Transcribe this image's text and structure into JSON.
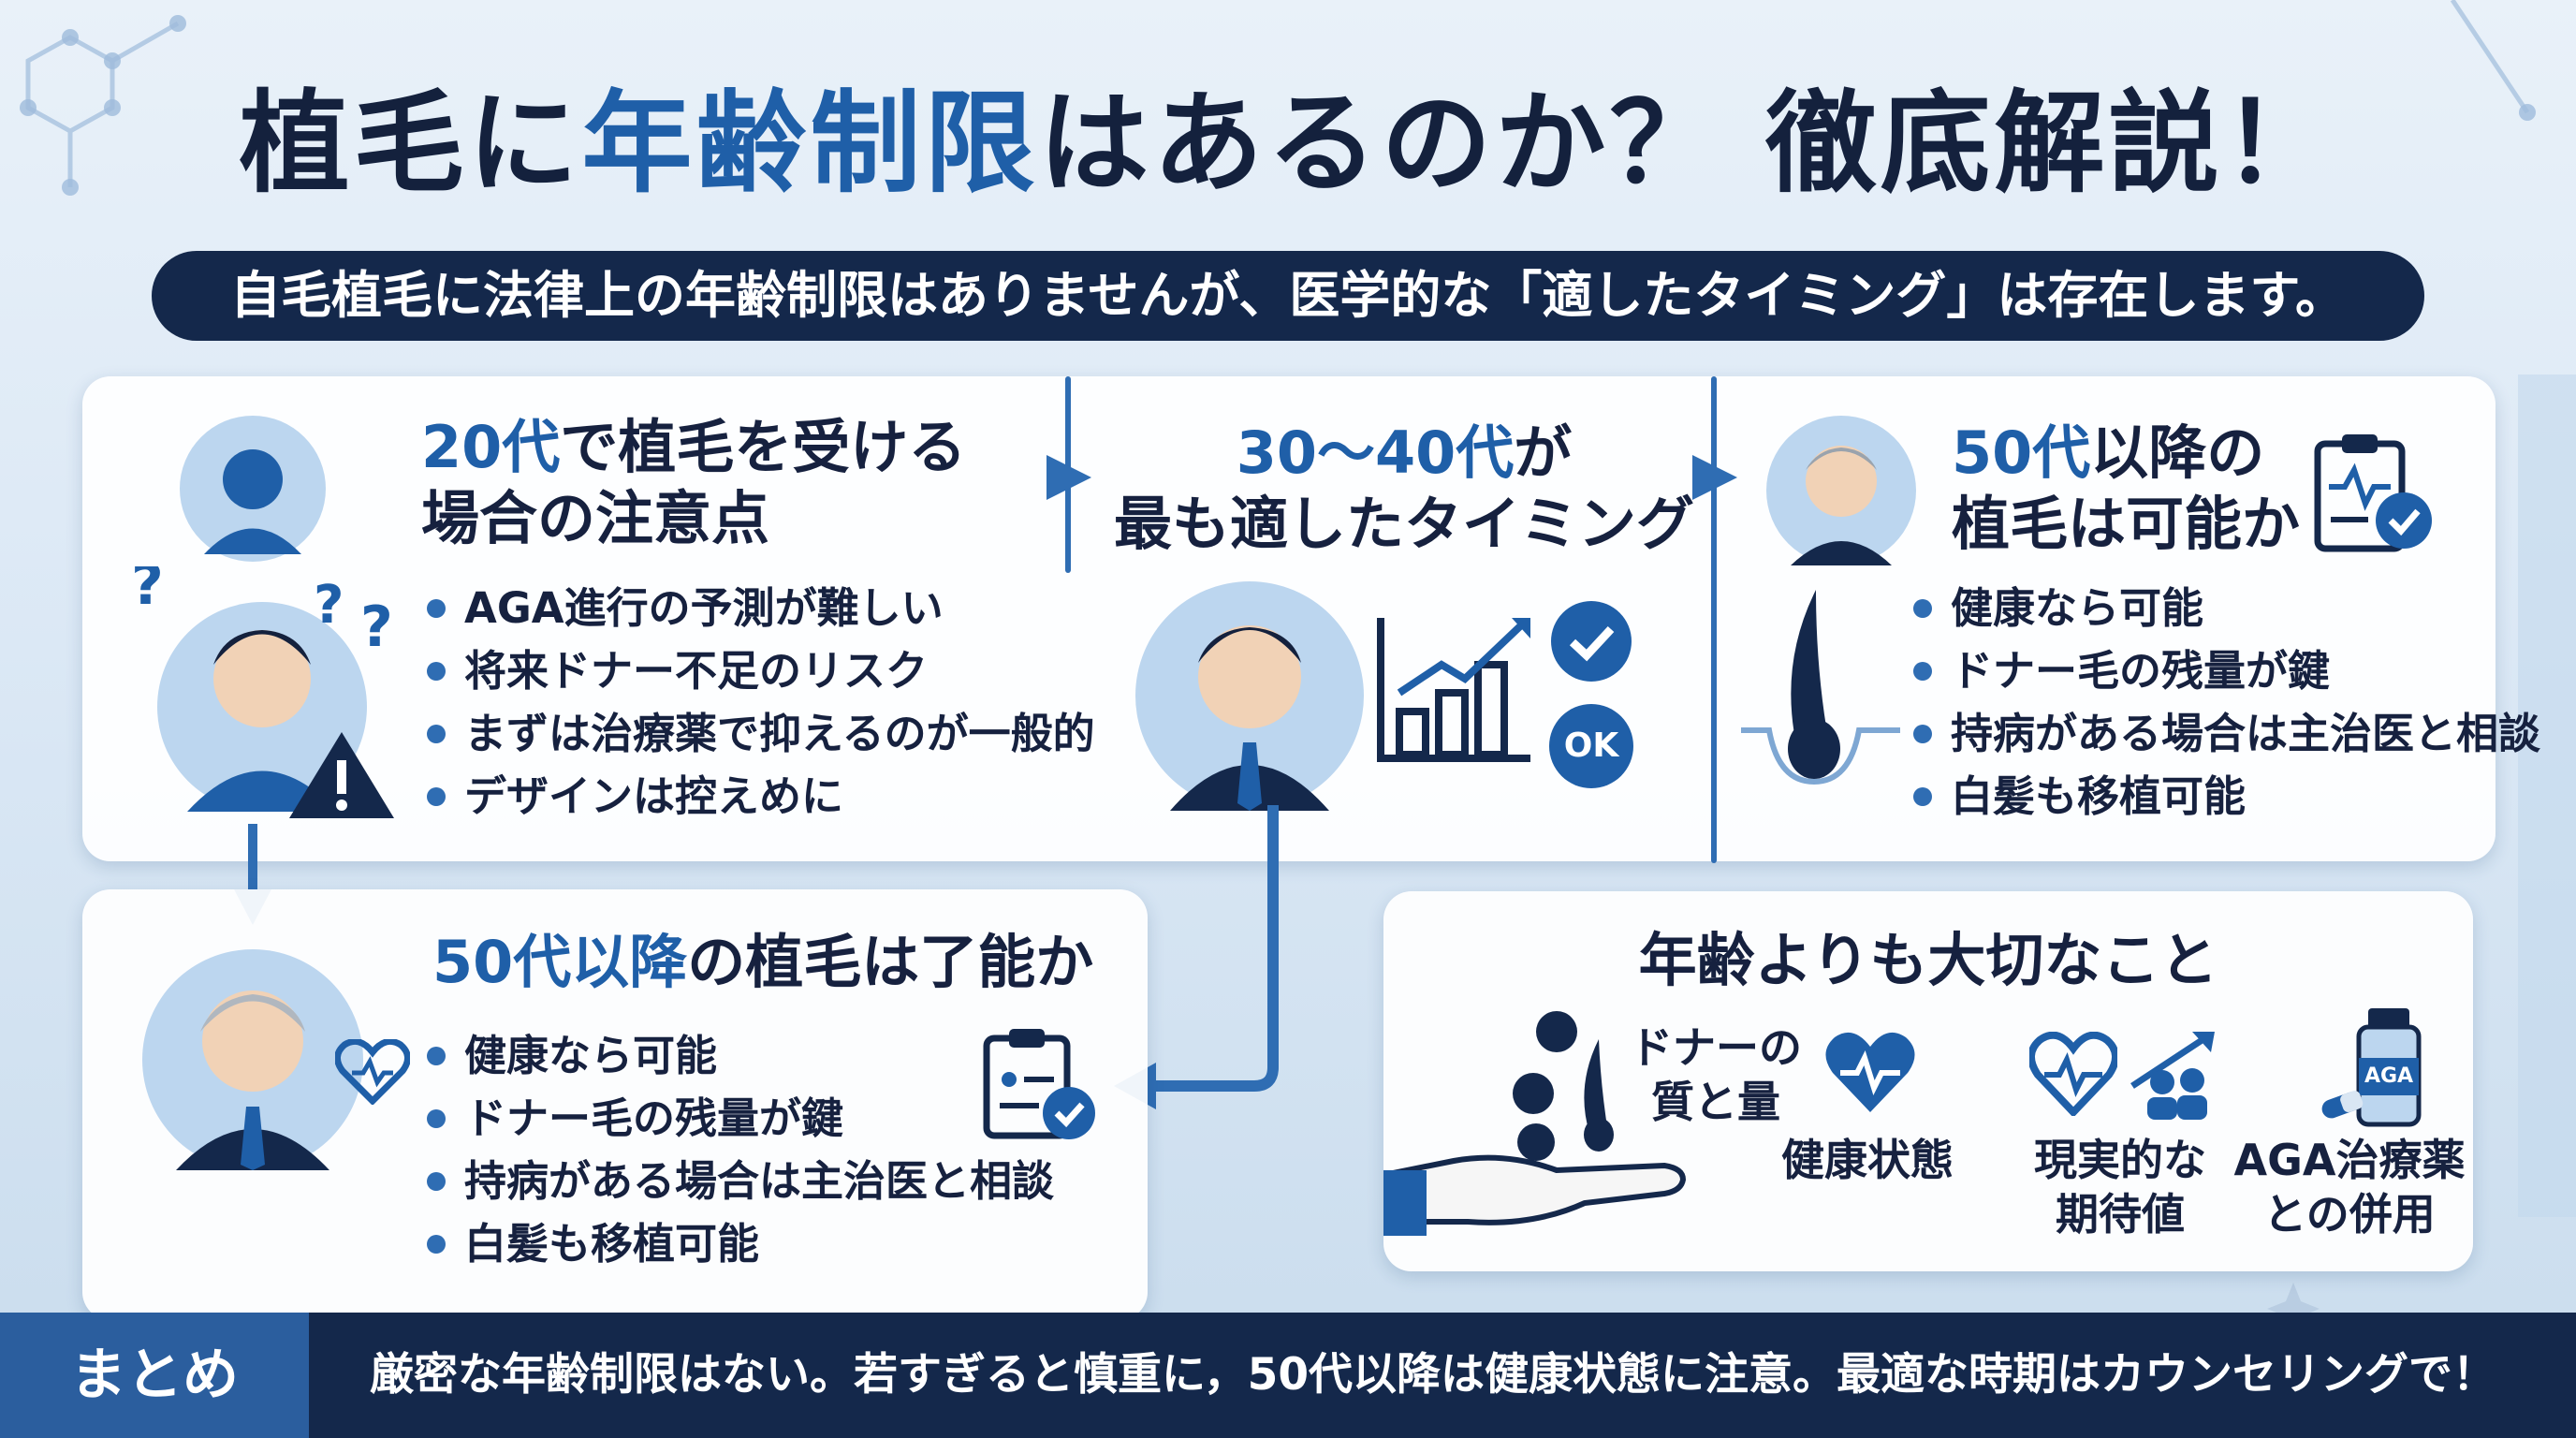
{
  "title": {
    "prefix": "植毛に",
    "highlight": "年齢制限",
    "suffix": "はあるのか？ 徹底解説！"
  },
  "subtitle": "自毛植毛に法律上の年齢制限はありませんが、医学的な「適したタイミング」は存在します。",
  "section_20s": {
    "heading_highlight": "20代",
    "heading_rest_line1": "で植毛を受ける",
    "heading_line2": "場合の注意点",
    "bullets": [
      "AGA進行の予測が難しい",
      "将来ドナー不足のリスク",
      "まずは治療薬で抑えるのが一般的",
      "デザインは控えめに"
    ]
  },
  "section_30s": {
    "heading_highlight": "30〜40代",
    "heading_rest_line1": "が",
    "heading_line2": "最も適したタイミング",
    "ok_label": "OK"
  },
  "section_50s_top": {
    "heading_highlight": "50代",
    "heading_rest_line1": "以降の",
    "heading_line2": "植毛は可能か",
    "bullets": [
      "健康なら可能",
      "ドナー毛の残量が鍵",
      "持病がある場合は主治医と相談",
      "白髪も移植可能"
    ]
  },
  "section_50s_bottom": {
    "heading_highlight": "50代",
    "heading_rest": "以降",
    "heading_suffix": "の植毛は了能か",
    "bullets": [
      "健康なら可能",
      "ドナー毛の残量が鍵",
      "持病がある場合は主治医と相談",
      "白髪も移植可能"
    ]
  },
  "important": {
    "heading": "年齢よりも大切なこと",
    "items": [
      {
        "line1": "ドナーの",
        "line2": "質と量"
      },
      {
        "line1": "健康状態",
        "line2": ""
      },
      {
        "line1": "現実的な",
        "line2": "期待値"
      },
      {
        "line1": "AGA治療薬",
        "line2": "との併用"
      }
    ],
    "bottle_label": "AGA"
  },
  "summary": {
    "label": "まとめ",
    "text": "厳密な年齢制限はない。若すぎると慎重に，50代以降は健康状態に注意。最適な時期はカウンセリングで！"
  },
  "colors": {
    "navy": "#14284b",
    "accent": "#1f5fa8",
    "mid": "#2f6db3",
    "light": "#a9c9ea"
  }
}
